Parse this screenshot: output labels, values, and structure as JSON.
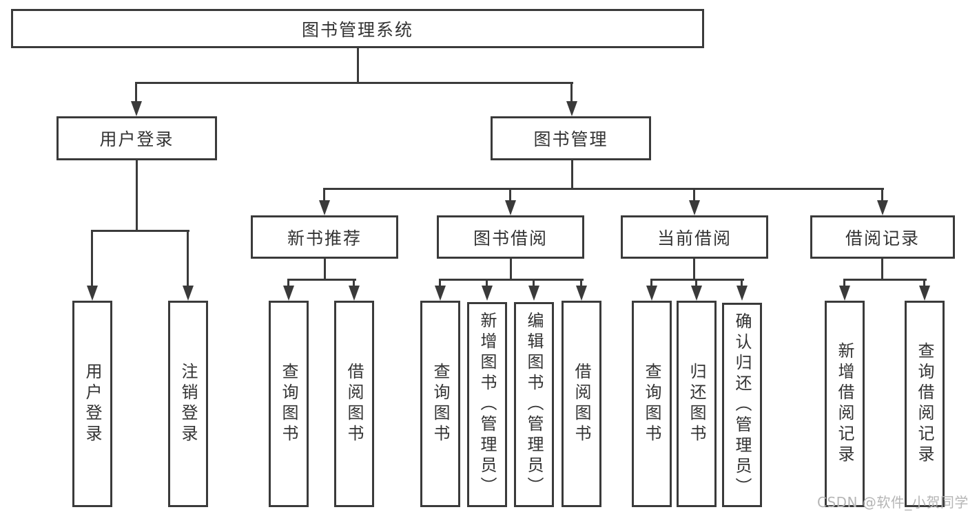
{
  "root": {
    "label": "图书管理系统"
  },
  "branches": [
    {
      "label": "用户登录",
      "children": [
        {
          "label": "用户登录"
        },
        {
          "label": "注销登录"
        }
      ]
    },
    {
      "label": "图书管理",
      "children": [
        {
          "label": "新书推荐",
          "children": [
            {
              "label": "查询图书"
            },
            {
              "label": "借阅图书"
            }
          ]
        },
        {
          "label": "图书借阅",
          "children": [
            {
              "label": "查询图书"
            },
            {
              "label": "新增图书（管理员）"
            },
            {
              "label": "编辑图书（管理员）"
            },
            {
              "label": "借阅图书"
            }
          ]
        },
        {
          "label": "当前借阅",
          "children": [
            {
              "label": "查询图书"
            },
            {
              "label": "归还图书"
            },
            {
              "label": "确认归还（管理员）"
            }
          ]
        },
        {
          "label": "借阅记录",
          "children": [
            {
              "label": "新增借阅记录"
            },
            {
              "label": "查询借阅记录"
            }
          ]
        }
      ]
    }
  ],
  "watermark": "CSDN @软件_小贺同学",
  "colors": {
    "line": "#3a3a3a",
    "text": "#333333",
    "watermark": "#b5b5b5",
    "background": "#ffffff"
  }
}
